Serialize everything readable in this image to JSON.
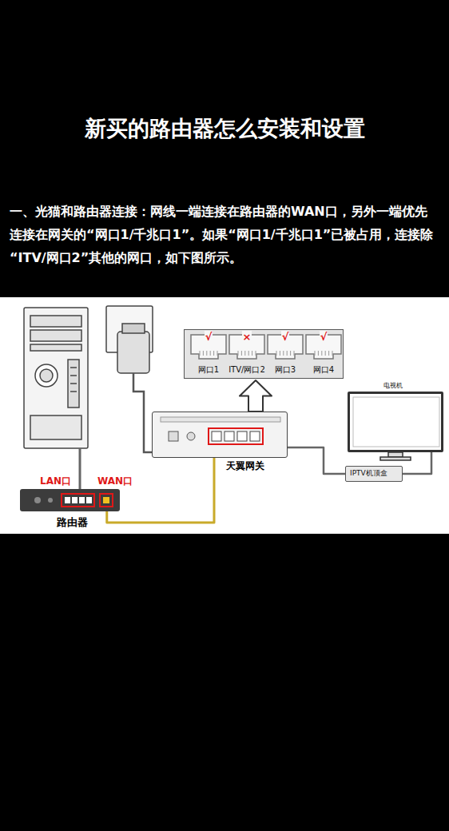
{
  "diagram": {
    "title": "新买的路由器怎么安装和设置",
    "nodes": [
      {
        "text": [
          "路由器"
        ]
      },
      {
        "text": [
          "天翼网关"
        ]
      },
      {
        "text": [
          "网口1",
          "ITV/网口2",
          "网口3",
          "网口4"
        ]
      },
      {
        "text": [
          "电视机"
        ]
      },
      {
        "text": [
          "IPTV机顶盒"
        ]
      }
    ],
    "edges": [
      {
        "from": 0,
        "to": 1,
        "arrow": "none"
      },
      {
        "from": 1,
        "to": 2,
        "arrow": "to"
      },
      {
        "from": 1,
        "to": 4,
        "arrow": "none"
      },
      {
        "from": 4,
        "to": 3,
        "arrow": "none"
      }
    ],
    "labels": [
      "一、光猫和路由器连接：网线一端连接在路由器的WAN口，另外一端优先连接在网关的“网口1/千兆口1”。如果“网口1/千兆口1”已被占用，连接除“ITV/网口2”其他的网口，如下图所示。",
      "√",
      "×",
      "√",
      "√",
      "LAN口",
      "WAN口"
    ]
  }
}
